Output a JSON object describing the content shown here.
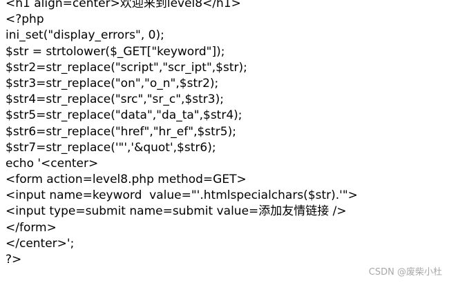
{
  "code_lines": [
    "<h1 align=center>欢迎来到level8</h1>",
    "<?php",
    "ini_set(\"display_errors\", 0);",
    "$str = strtolower($_GET[\"keyword\"]);",
    "$str2=str_replace(\"script\",\"scr_ipt\",$str);",
    "$str3=str_replace(\"on\",\"o_n\",$str2);",
    "$str4=str_replace(\"src\",\"sr_c\",$str3);",
    "$str5=str_replace(\"data\",\"da_ta\",$str4);",
    "$str6=str_replace(\"href\",\"hr_ef\",$str5);",
    "$str7=str_replace('\"','&quot',$str6);",
    "echo '<center>",
    "<form action=level8.php method=GET>",
    "<input name=keyword  value=\"'.htmlspecialchars($str).'\">",
    "<input type=submit name=submit value=添加友情链接 />",
    "</form>",
    "</center>';",
    "?>"
  ],
  "watermark": "CSDN @废柴小杜"
}
